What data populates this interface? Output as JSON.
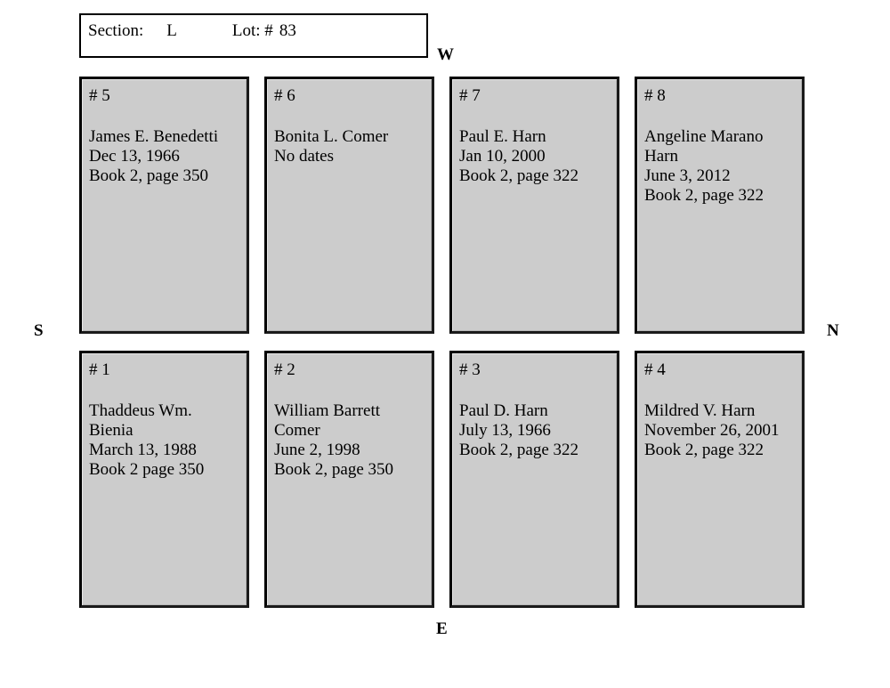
{
  "header": {
    "section_label": "Section:",
    "section_value": "L",
    "lot_label": "Lot: #",
    "lot_value": "83"
  },
  "compass": {
    "west": "W",
    "north": "N",
    "south": "S",
    "east": "E"
  },
  "plots": {
    "top_row": [
      {
        "number": "# 5",
        "lines": [
          "James E. Benedetti",
          "Dec 13, 1966",
          "Book 2, page 350"
        ]
      },
      {
        "number": "# 6",
        "lines": [
          "Bonita L. Comer",
          "No dates"
        ]
      },
      {
        "number": "# 7",
        "lines": [
          "Paul E. Harn",
          "Jan 10, 2000",
          "Book 2, page 322"
        ]
      },
      {
        "number": "# 8",
        "lines": [
          "Angeline Marano",
          "Harn",
          "June 3, 2012",
          "Book 2, page 322"
        ]
      }
    ],
    "bottom_row": [
      {
        "number": "# 1",
        "lines": [
          "Thaddeus Wm.",
          "Bienia",
          "March 13, 1988",
          "Book 2 page 350"
        ]
      },
      {
        "number": "# 2",
        "lines": [
          "William Barrett",
          "Comer",
          "June 2, 1998",
          "Book 2, page 350"
        ]
      },
      {
        "number": "# 3",
        "lines": [
          "Paul D. Harn",
          "July 13, 1966",
          "Book 2, page 322"
        ]
      },
      {
        "number": "# 4",
        "lines": [
          "Mildred V. Harn",
          "November 26, 2001",
          "Book 2, page 322"
        ]
      }
    ]
  },
  "colors": {
    "plot_fill": "#cccccc",
    "border": "#000000",
    "page_background": "#ffffff"
  }
}
